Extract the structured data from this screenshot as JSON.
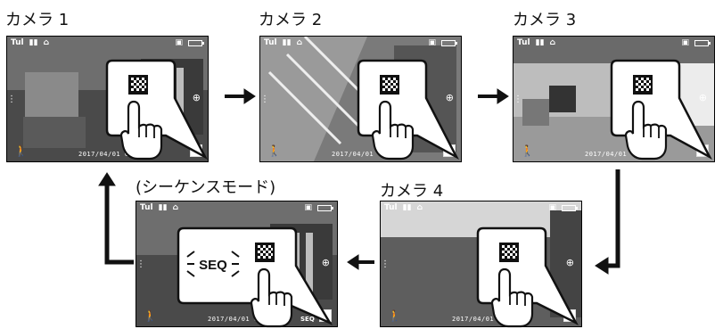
{
  "cameras": [
    {
      "label": "カメラ 1",
      "timestamp": "2017/04/01  08"
    },
    {
      "label": "カメラ 2",
      "timestamp": "2017/04/01  08"
    },
    {
      "label": "カメラ 3",
      "timestamp": "2017/04/01  08"
    },
    {
      "label": "カメラ 4",
      "timestamp": "2017/04/01  08"
    },
    {
      "label": "(シーケンスモード)",
      "timestamp": "2017/04/01  08"
    }
  ],
  "seq": {
    "callout_text": "SEQ",
    "status_text": "SEQ"
  },
  "status_icons": {
    "signal": "Tul",
    "split": "split-icon",
    "battery": "battery-icon"
  },
  "icons": {
    "grid": "grid-view-icon",
    "hand": "pointing-hand-icon",
    "zoom": "zoom-icon",
    "motion": "walking-person-icon",
    "arrow": "arrow-icon"
  },
  "colors": {
    "frame": "#111111",
    "screen_bg": "#2a2a2a",
    "callout_fill": "#ffffff"
  }
}
